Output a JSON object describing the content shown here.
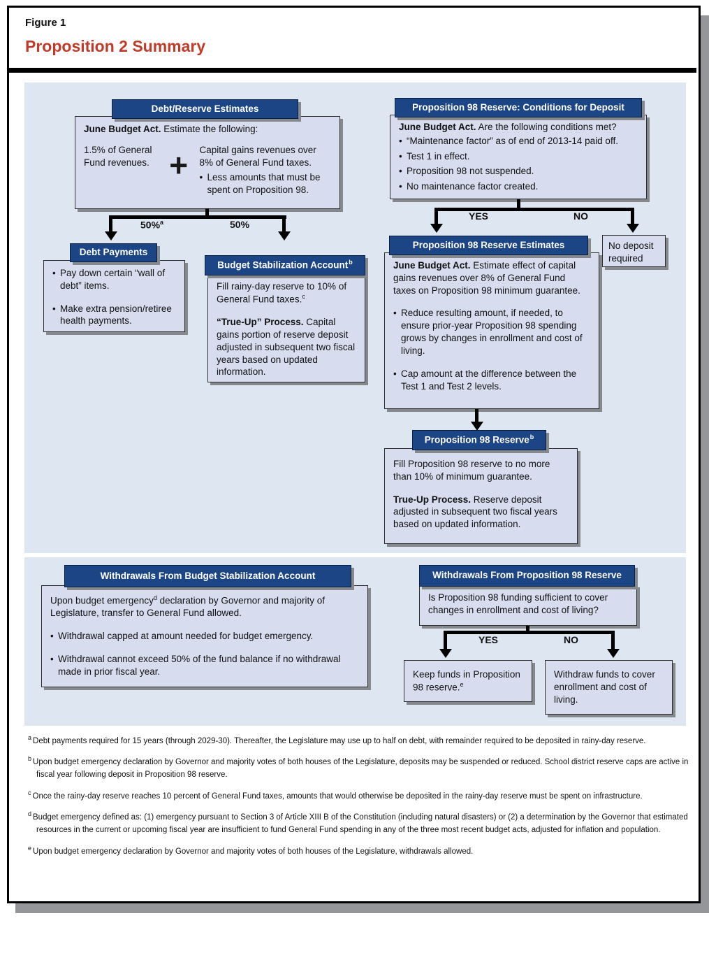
{
  "figure": {
    "label": "Figure 1",
    "title": "Proposition 2 Summary"
  },
  "colors": {
    "header_blue": "#1c4586",
    "box_fill": "#d7ddef",
    "panel_fill": "#dee6f2",
    "accent_red": "#c23a28"
  },
  "upper": {
    "debt_reserve": {
      "header": "Debt/Reserve Estimates",
      "intro_lead": "June Budget Act.",
      "intro_rest": " Estimate the following:",
      "left_operand": "1.5% of General Fund revenues.",
      "plus_sign": "+",
      "right_operand": "Capital gains revenues over 8% of General Fund taxes.",
      "right_bullet": "Less amounts that must be spent on Proposition 98."
    },
    "split": {
      "left_label": "50%",
      "left_sup": "a",
      "right_label": "50%"
    },
    "debt_payments": {
      "header": "Debt Payments",
      "bullets": [
        "Pay down certain “wall of debt” items.",
        "Make extra pension/retiree health payments."
      ]
    },
    "bsa": {
      "header": "Budget Stabilization Account",
      "header_sup": "b",
      "p1": "Fill rainy-day reserve to 10% of General Fund taxes.",
      "p1_sup": "c",
      "p2_lead": "“True-Up” Process.",
      "p2_rest": " Capital gains portion of reserve deposit adjusted in subsequent two fiscal years based on updated information."
    },
    "p98_conditions": {
      "header": "Proposition 98 Reserve: Conditions for Deposit",
      "intro_lead": "June Budget Act.",
      "intro_rest": " Are the following conditions met?",
      "bullets": [
        "“Maintenance factor” as of end of 2013-14 paid off.",
        "Test 1 in effect.",
        "Proposition 98 not suspended.",
        "No maintenance factor created."
      ]
    },
    "branch": {
      "yes": "YES",
      "no": "NO"
    },
    "p98_estimates": {
      "header": "Proposition 98 Reserve Estimates",
      "intro_lead": "June Budget Act.",
      "intro_rest": " Estimate effect of capital gains revenues over 8% of General Fund taxes on Proposition 98 minimum guarantee.",
      "bullets": [
        "Reduce resulting amount, if needed, to ensure prior-year Proposition 98 spending grows by changes in enrollment and cost of living.",
        "Cap amount at the difference between the Test 1 and Test 2 levels."
      ]
    },
    "no_deposit": {
      "text": "No deposit required"
    },
    "p98_reserve": {
      "header": "Proposition 98 Reserve",
      "header_sup": "b",
      "p1": "Fill Proposition 98 reserve to no more than 10% of minimum guarantee.",
      "p2_lead": "True-Up Process.",
      "p2_rest": " Reserve deposit adjusted in subsequent two fiscal years based on updated information."
    }
  },
  "lower": {
    "wbsa": {
      "header": "Withdrawals From Budget Stabilization Account",
      "intro_pre": "Upon budget emergency",
      "intro_sup": "d",
      "intro_post": " declaration by Governor and majority of Legislature, transfer to General Fund allowed.",
      "bullets": [
        "Withdrawal capped at amount needed for budget emergency.",
        "Withdrawal cannot exceed 50% of the fund balance if no withdrawal made in prior fiscal year."
      ]
    },
    "wp98": {
      "header": "Withdrawals From Proposition 98 Reserve",
      "question": "Is Proposition 98 funding sufficient to cover changes in enrollment and cost of living?",
      "yes": "YES",
      "no": "NO",
      "keep_pre": "Keep funds in Proposition 98 reserve.",
      "keep_sup": "e",
      "withdraw": "Withdraw funds to cover enrollment and cost of living."
    }
  },
  "footnotes": [
    {
      "marker": "a",
      "text": "Debt payments required for 15 years (through 2029-30). Thereafter, the Legislature may use up to half on debt, with remainder required to be deposited in rainy-day reserve."
    },
    {
      "marker": "b",
      "text": "Upon budget emergency declaration by Governor and majority votes of both houses of the Legislature, deposits may be suspended or reduced. School district reserve caps are active in fiscal year following deposit in Proposition 98 reserve."
    },
    {
      "marker": "c",
      "text": "Once the rainy-day reserve reaches 10 percent of General Fund taxes, amounts that would otherwise be deposited in the rainy-day reserve must be spent on infrastructure."
    },
    {
      "marker": "d",
      "text": "Budget emergency defined as: (1) emergency pursuant to Section 3 of Article XIII B of the Constitution (including natural disasters) or (2) a determination by the Governor that estimated resources in the current or upcoming fiscal year are insufficient to fund General Fund spending in any of the three most recent budget acts, adjusted for inflation and population."
    },
    {
      "marker": "e",
      "text": "Upon budget emergency declaration by Governor and majority votes of both houses of the Legislature, withdrawals allowed."
    }
  ]
}
